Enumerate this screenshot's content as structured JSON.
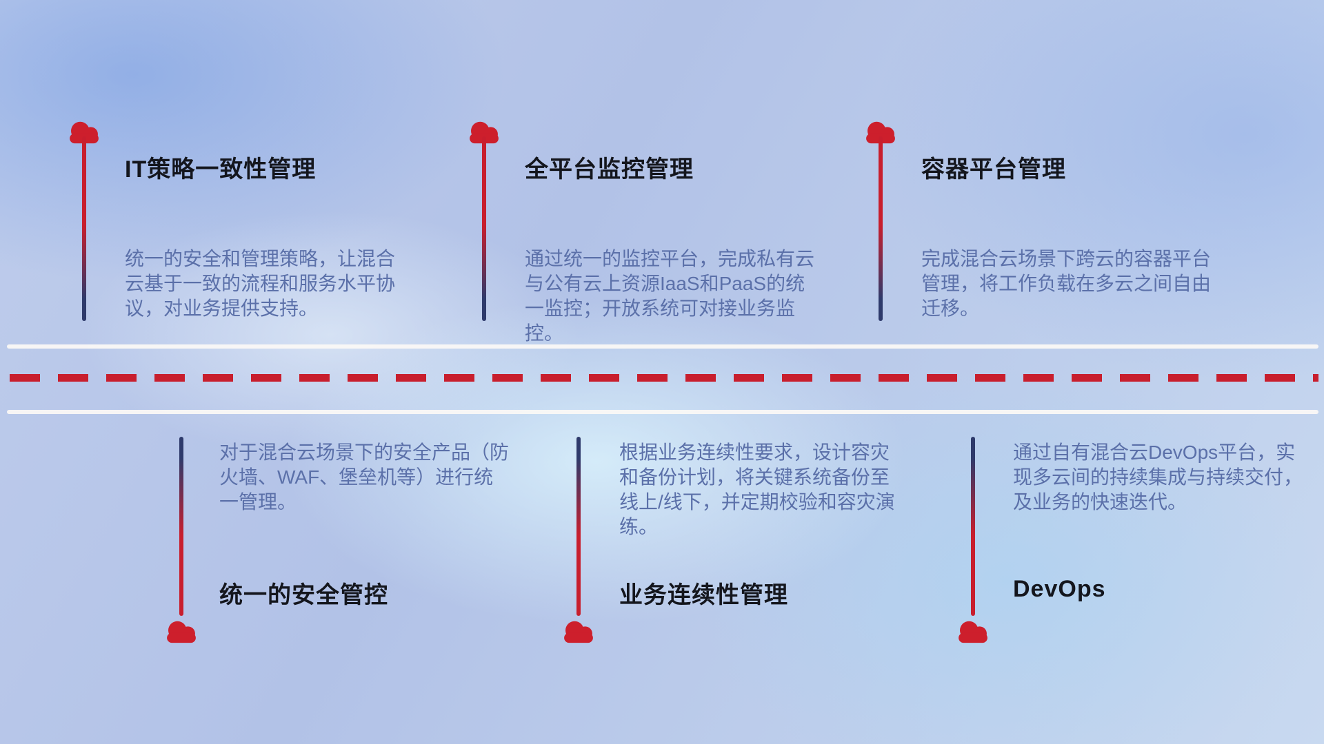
{
  "palette": {
    "red": "#c81e2d",
    "navy": "#2e3a6b",
    "desc_text": "#5b70a9",
    "title_text": "#14161d",
    "white_line": "#faf8f5"
  },
  "icons": {
    "cloud": "cloud-icon"
  },
  "top_items": [
    {
      "title": "IT策略一致性管理",
      "desc": "统一的安全和管理策略，让混合云基于一致的流程和服务水平协议，对业务提供支持。"
    },
    {
      "title": "全平台监控管理",
      "desc": "通过统一的监控平台，完成私有云与公有云上资源IaaS和PaaS的统一监控；开放系统可对接业务监控。"
    },
    {
      "title": "容器平台管理",
      "desc": "完成混合云场景下跨云的容器平台管理，将工作负载在多云之间自由迁移。"
    }
  ],
  "bottom_items": [
    {
      "title": "统一的安全管控",
      "desc": "对于混合云场景下的安全产品（防火墙、WAF、堡垒机等）进行统一管理。"
    },
    {
      "title": "业务连续性管理",
      "desc": "根据业务连续性要求，设计容灾和备份计划，将关键系统备份至线上/线下，并定期校验和容灾演练。"
    },
    {
      "title": "DevOps",
      "desc": "通过自有混合云DevOps平台，实现多云间的持续集成与持续交付，及业务的快速迭代。"
    }
  ]
}
